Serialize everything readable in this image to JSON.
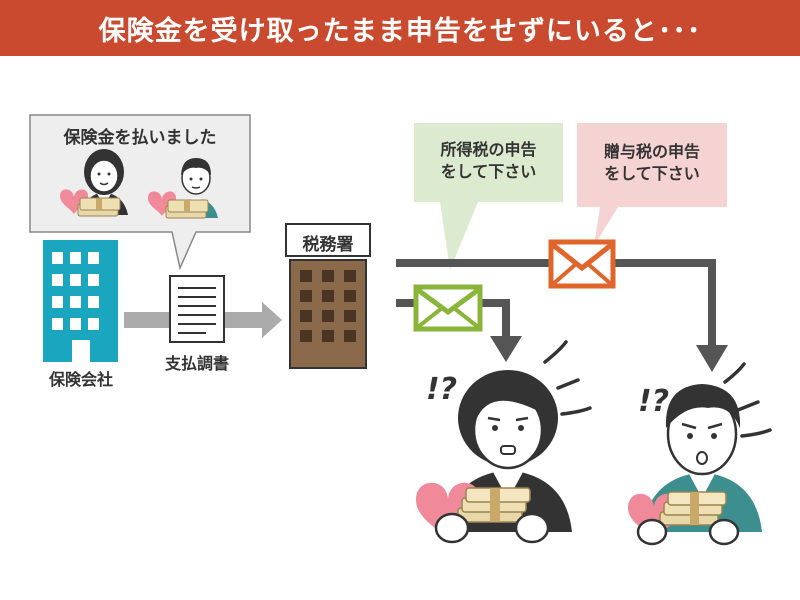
{
  "title": "保険金を受け取ったまま申告をせずにいると･･･",
  "payer_bubble": {
    "text": "保険金を払いました"
  },
  "insurance_company": {
    "label": "保険会社"
  },
  "document": {
    "label": "支払調書"
  },
  "tax_office": {
    "sign": "税務署"
  },
  "income_tax_notice": {
    "line1": "所得税の申告",
    "line2": "をして下さい"
  },
  "gift_tax_notice": {
    "line1": "贈与税の申告",
    "line2": "をして下さい"
  },
  "reaction": {
    "woman": "!?",
    "man": "!?"
  },
  "colors": {
    "title_bg": "#c94a2e",
    "building": "#1aa6bf",
    "income_bubble": "#dcebd0",
    "gift_bubble": "#f5d3d3",
    "income_envelope": "#8ab53a",
    "gift_envelope": "#e0652b",
    "tax_office": "#8a6a4b",
    "arrow": "#555555"
  }
}
